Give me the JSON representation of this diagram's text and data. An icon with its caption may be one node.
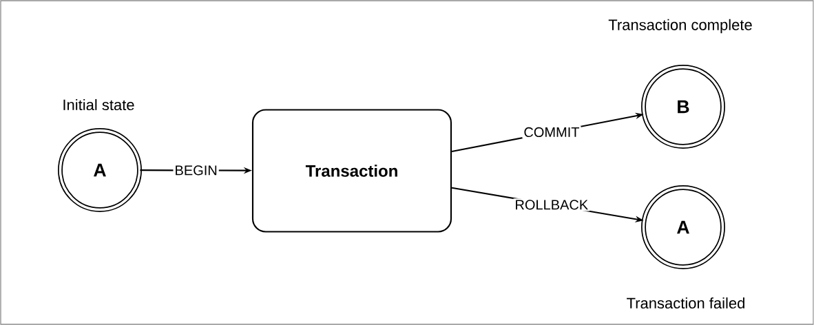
{
  "diagram": {
    "nodes": [
      {
        "text": [
          "A"
        ],
        "beside": [
          "Initial state"
        ]
      },
      {
        "text": [
          "Transaction"
        ]
      },
      {
        "text": [
          "B"
        ],
        "beside": [
          "Transaction complete"
        ]
      },
      {
        "text": [
          "A"
        ],
        "beside": [
          "Transaction failed"
        ]
      }
    ],
    "edges": [
      {
        "from": 0,
        "to": 1,
        "arrow": "to",
        "label": "BEGIN"
      },
      {
        "from": 1,
        "to": 2,
        "arrow": "to",
        "label": "COMMIT"
      },
      {
        "from": 1,
        "to": 3,
        "arrow": "to",
        "label": "ROLLBACK"
      }
    ]
  }
}
